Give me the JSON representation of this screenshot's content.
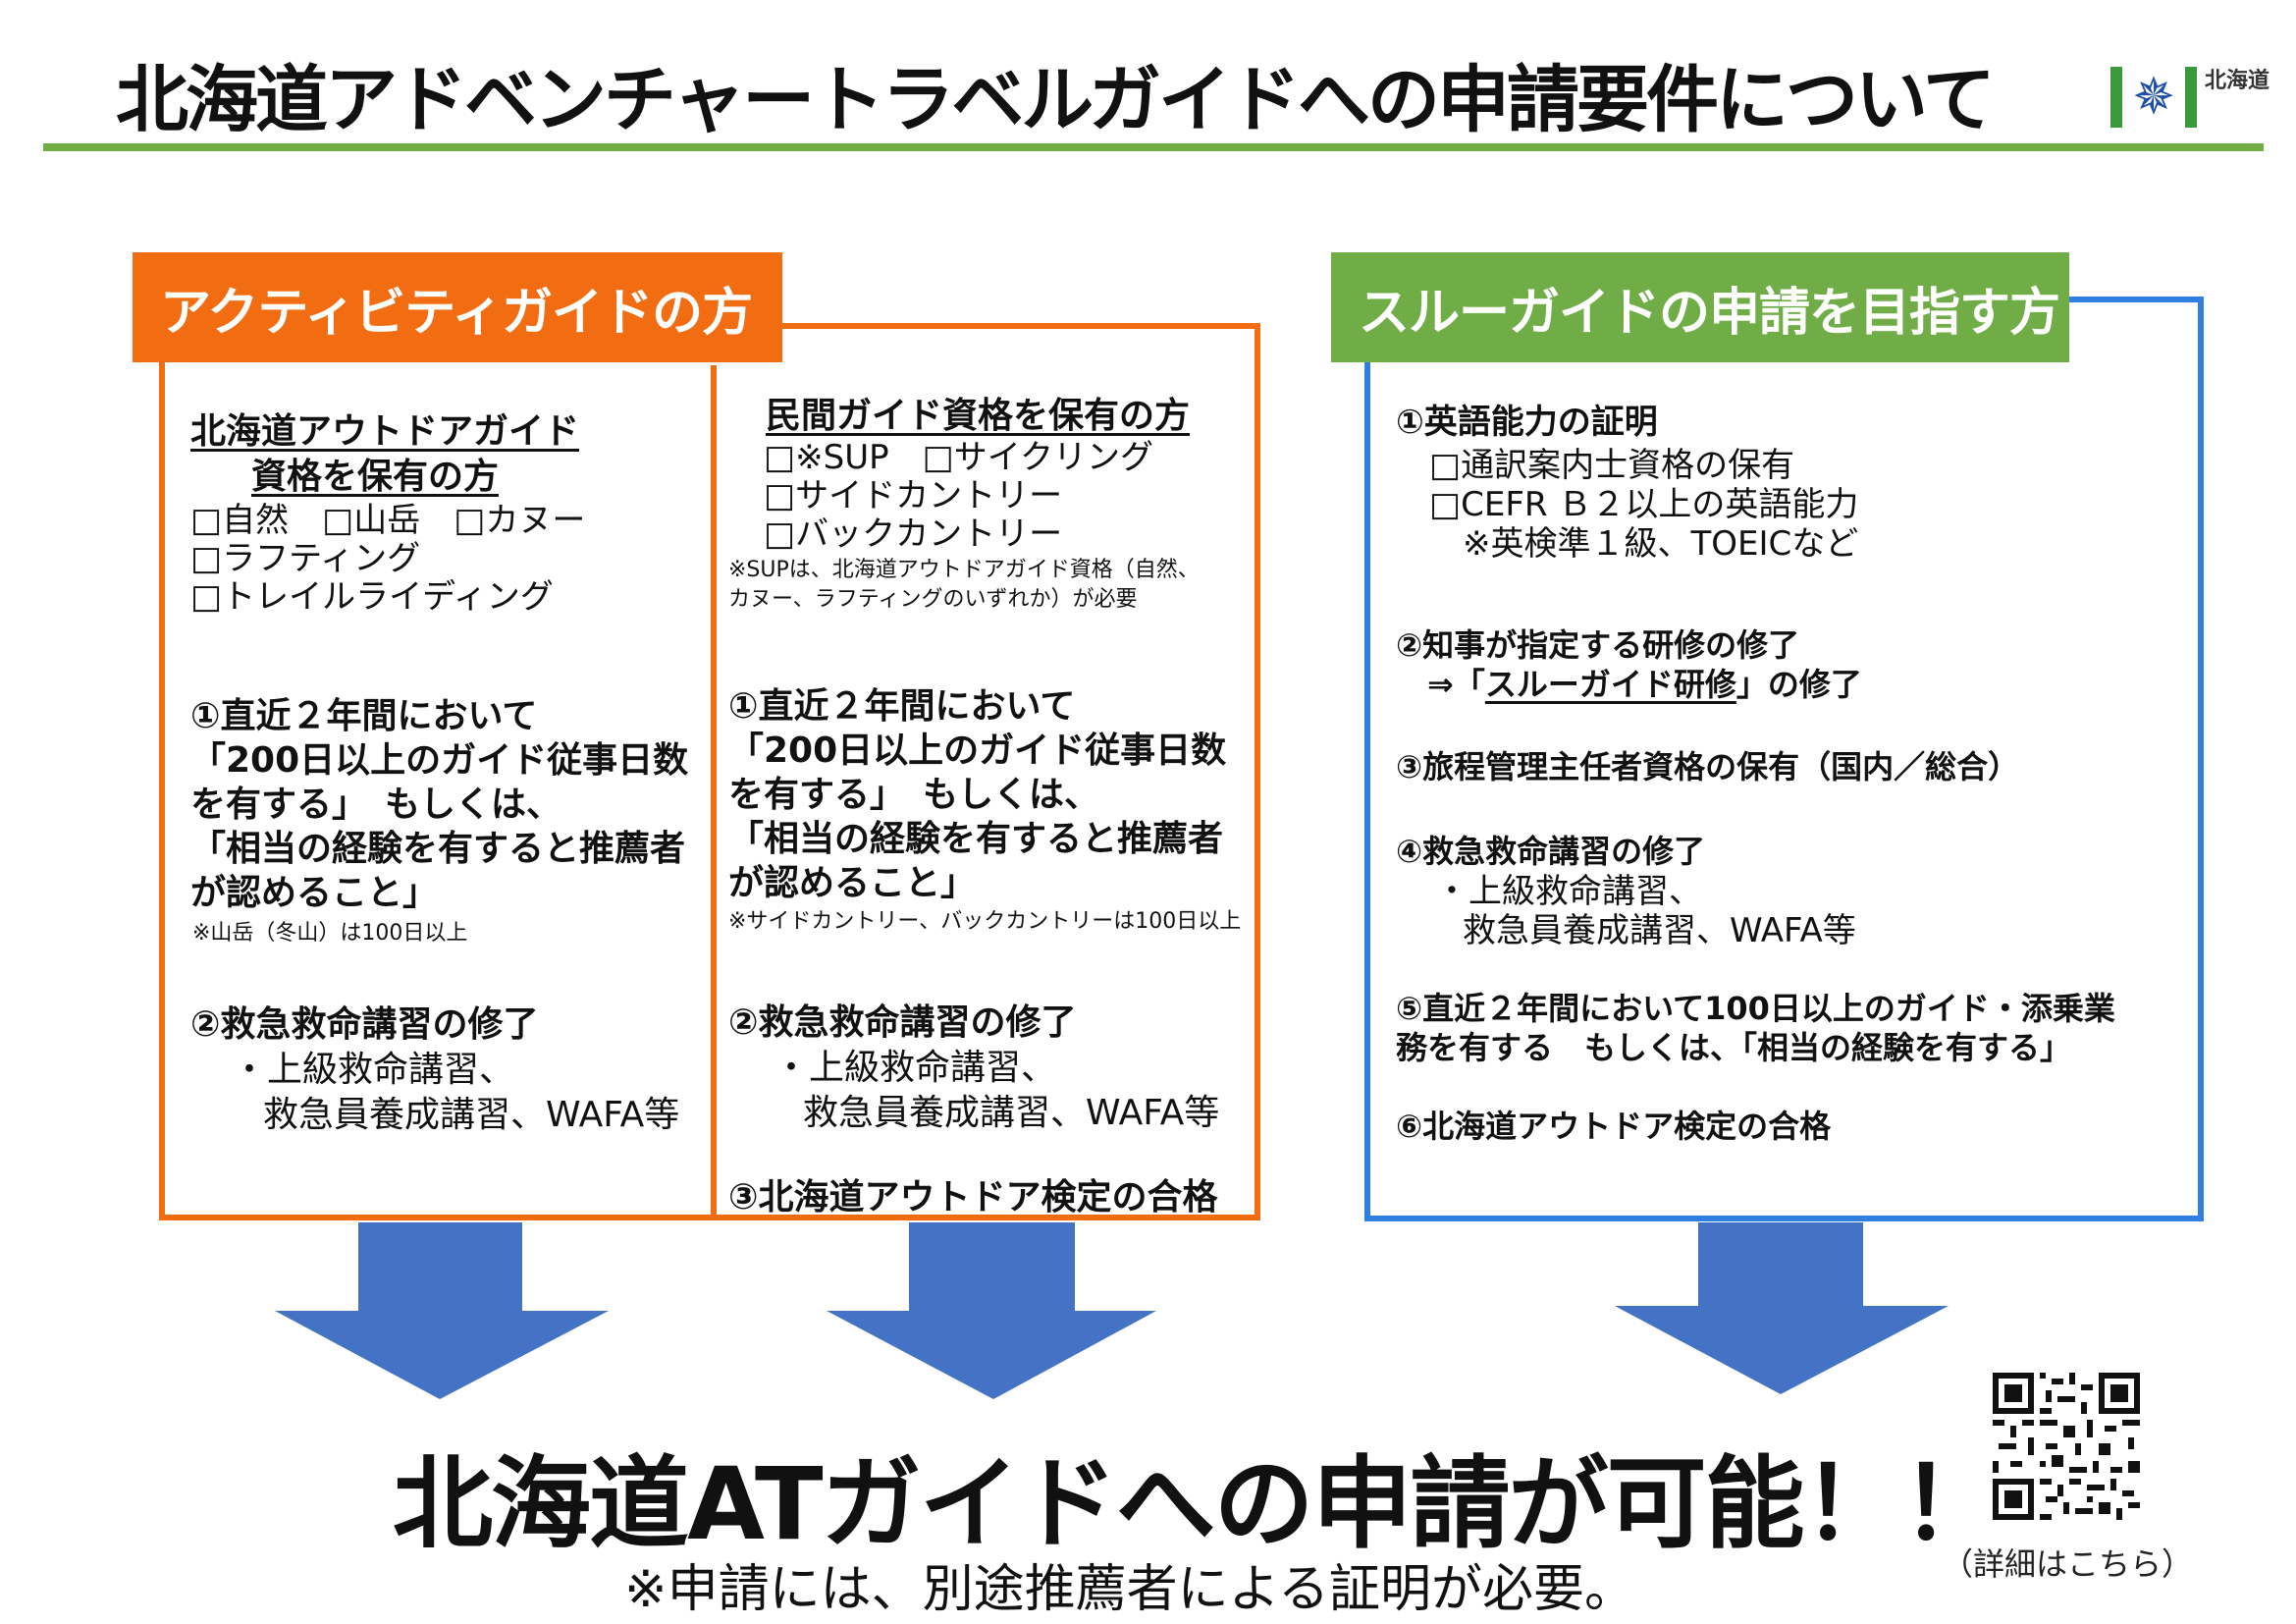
{
  "title": "北海道アドベンチャートラベルガイドへの申請要件について",
  "logo": {
    "icon": "hokkaido-star-emblem",
    "name": "北海道"
  },
  "activity": {
    "tab_label": "アクティビティガイドの方",
    "left": {
      "heading_line1": "北海道アウトドアガイド",
      "heading_line2": "資格を保有の方",
      "items": [
        "□自然　□山岳　□カヌー",
        "□ラフティング",
        "□トレイルライディング"
      ],
      "req1_lines": [
        "①直近２年間において",
        "「200日以上のガイド従事日数",
        "を有する」　もしくは、",
        "「相当の経験を有すると推薦者",
        "が認めること」"
      ],
      "req1_note": "※山岳（冬山）は100日以上",
      "req2_title": "②救急救命講習の修了",
      "req2_lines": [
        "・上級救命講習、",
        "救急員養成講習、WAFA等"
      ]
    },
    "right": {
      "heading": "民間ガイド資格を保有の方",
      "items": [
        "□※SUP　□サイクリング",
        "□サイドカントリー",
        "□バックカントリー"
      ],
      "note_lines": [
        "※SUPは、北海道アウトドアガイド資格（自然、",
        "カヌー、ラフティングのいずれか）が必要"
      ],
      "req1_lines": [
        "①直近２年間において",
        "「200日以上のガイド従事日数",
        "を有する」　もしくは、",
        "「相当の経験を有すると推薦者",
        "が認めること」"
      ],
      "req1_note": "※サイドカントリー、バックカントリーは100日以上",
      "req2_title": "②救急救命講習の修了",
      "req2_lines": [
        "・上級救命講習、",
        "救急員養成講習、WAFA等"
      ],
      "req3_title": "③北海道アウトドア検定の合格"
    }
  },
  "through": {
    "tab_label": "スルーガイドの申請を目指す方",
    "r1_title": "①英語能力の証明",
    "r1_lines": [
      "□通訳案内士資格の保有",
      "□CEFR Ｂ２以上の英語能力",
      "※英検準１級、TOEICなど"
    ],
    "r2_title": "②知事が指定する研修の修了",
    "r2_prefix": "⇒「",
    "r2_link": "スルーガイド研修",
    "r2_suffix": "」の修了",
    "r3_title": "③旅程管理主任者資格の保有（国内／総合）",
    "r4_title": "④救急救命講習の修了",
    "r4_lines": [
      "・上級救命講習、",
      "救急員養成講習、WAFA等"
    ],
    "r5_lines": [
      "⑤直近２年間において100日以上のガイド・添乗業",
      "務を有する　もしくは、「相当の経験を有する」"
    ],
    "r6_title": "⑥北海道アウトドア検定の合格"
  },
  "main_message": "北海道ATガイドへの申請が可能！！",
  "sub_message": "※申請には、別途推薦者による証明が必要。",
  "qr_label": "（詳細はこちら）",
  "colors": {
    "orange": "#f26c12",
    "green": "#70ad47",
    "blue_border": "#2f7fe0",
    "arrow": "#4472c4"
  }
}
